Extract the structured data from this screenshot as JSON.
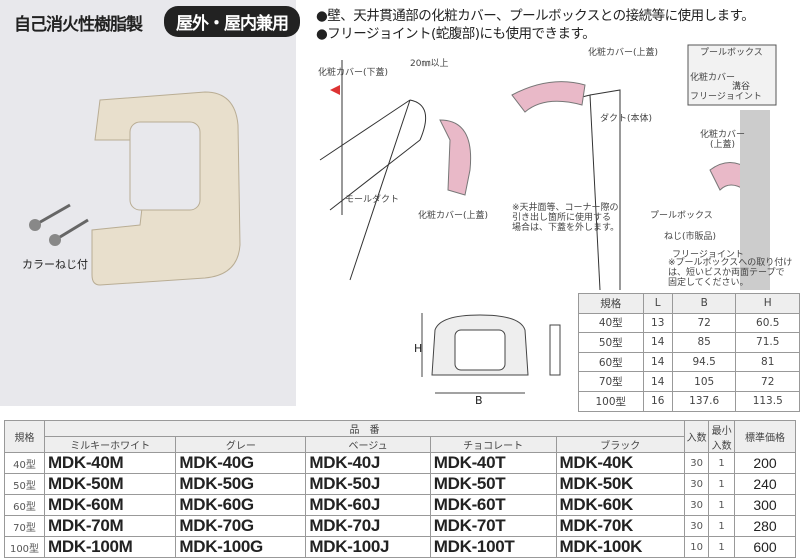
{
  "left_panel": {
    "title": "自己消火性樹脂製",
    "badge": "屋外・屋内兼用",
    "screw_label": "カラーねじ付"
  },
  "features": [
    "●壁、天井貫通部の化粧カバー、プールボックスとの接続等に使用します。",
    "●フリージョイント(蛇腹部)にも使用できます。"
  ],
  "diagram1": {
    "cover_lower": "化粧カバー(下蓋)",
    "gap": "20㎜以上",
    "mall_duct": "モールダクト",
    "cover_upper": "化粧カバー(上蓋)"
  },
  "diagram2": {
    "cover_upper": "化粧カバー(上蓋)",
    "duct": "ダクト(本体)",
    "note": [
      "※天井面等、コーナー際の",
      "引き出し箇所に使用する",
      "場合は、下蓋を外します。"
    ]
  },
  "diagram3": {
    "pull_box_header": "プールボックス",
    "cover": "化粧カバー",
    "groove": "溝谷",
    "free_joint_top": "フリージョイント",
    "cover_upper": [
      "化粧カバー",
      "(上蓋)"
    ],
    "pull_box": "プールボックス",
    "screw": "ねじ(市販品)",
    "free_joint": "フリージョイント",
    "note": [
      "※プールボックスへの取り付け",
      "は、短いビスか両面テープで",
      "固定してください。"
    ]
  },
  "dimension": {
    "h": "H",
    "b": "B"
  },
  "spec_table": {
    "headers": [
      "規格",
      "L",
      "B",
      "H"
    ],
    "rows": [
      [
        "40型",
        "13",
        "72",
        "60.5"
      ],
      [
        "50型",
        "14",
        "85",
        "71.5"
      ],
      [
        "60型",
        "14",
        "94.5",
        "81"
      ],
      [
        "70型",
        "14",
        "105",
        "72"
      ],
      [
        "100型",
        "16",
        "137.6",
        "113.5"
      ]
    ]
  },
  "product_table": {
    "h_spec": "規格",
    "h_code": "品　番",
    "colors": [
      "ミルキーホワイト",
      "グレー",
      "ベージュ",
      "チョコレート",
      "ブラック"
    ],
    "h_qty": "入数",
    "h_min": "最小入数",
    "h_price": "標準価格",
    "rows": [
      {
        "spec": "40型",
        "codes": [
          "MDK-40M",
          "MDK-40G",
          "MDK-40J",
          "MDK-40T",
          "MDK-40K"
        ],
        "qty": "30",
        "min": "1",
        "price": "200"
      },
      {
        "spec": "50型",
        "codes": [
          "MDK-50M",
          "MDK-50G",
          "MDK-50J",
          "MDK-50T",
          "MDK-50K"
        ],
        "qty": "30",
        "min": "1",
        "price": "240"
      },
      {
        "spec": "60型",
        "codes": [
          "MDK-60M",
          "MDK-60G",
          "MDK-60J",
          "MDK-60T",
          "MDK-60K"
        ],
        "qty": "30",
        "min": "1",
        "price": "300"
      },
      {
        "spec": "70型",
        "codes": [
          "MDK-70M",
          "MDK-70G",
          "MDK-70J",
          "MDK-70T",
          "MDK-70K"
        ],
        "qty": "30",
        "min": "1",
        "price": "280"
      },
      {
        "spec": "100型",
        "codes": [
          "MDK-100M",
          "MDK-100G",
          "MDK-100J",
          "MDK-100T",
          "MDK-100K"
        ],
        "qty": "10",
        "min": "1",
        "price": "600"
      }
    ]
  }
}
